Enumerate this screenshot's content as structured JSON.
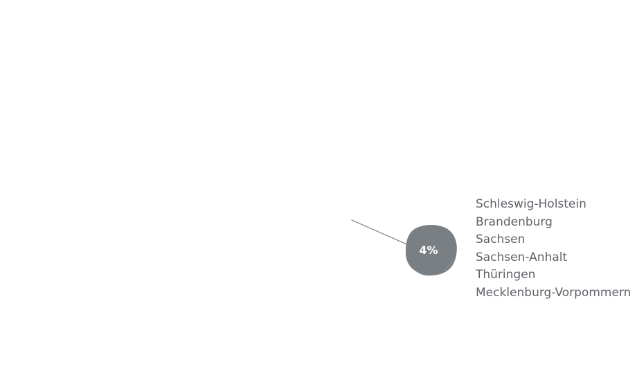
{
  "bubble": {
    "percent_label": "4%",
    "fill_color": "#7a7f84",
    "line_color": "#8a8f94"
  },
  "states": [
    "Schleswig-Holstein",
    "Brandenburg",
    "Sachsen",
    "Sachsen-Anhalt",
    "Thüringen",
    "Mecklenburg-Vorpommern"
  ],
  "text_color": "#5f6368"
}
